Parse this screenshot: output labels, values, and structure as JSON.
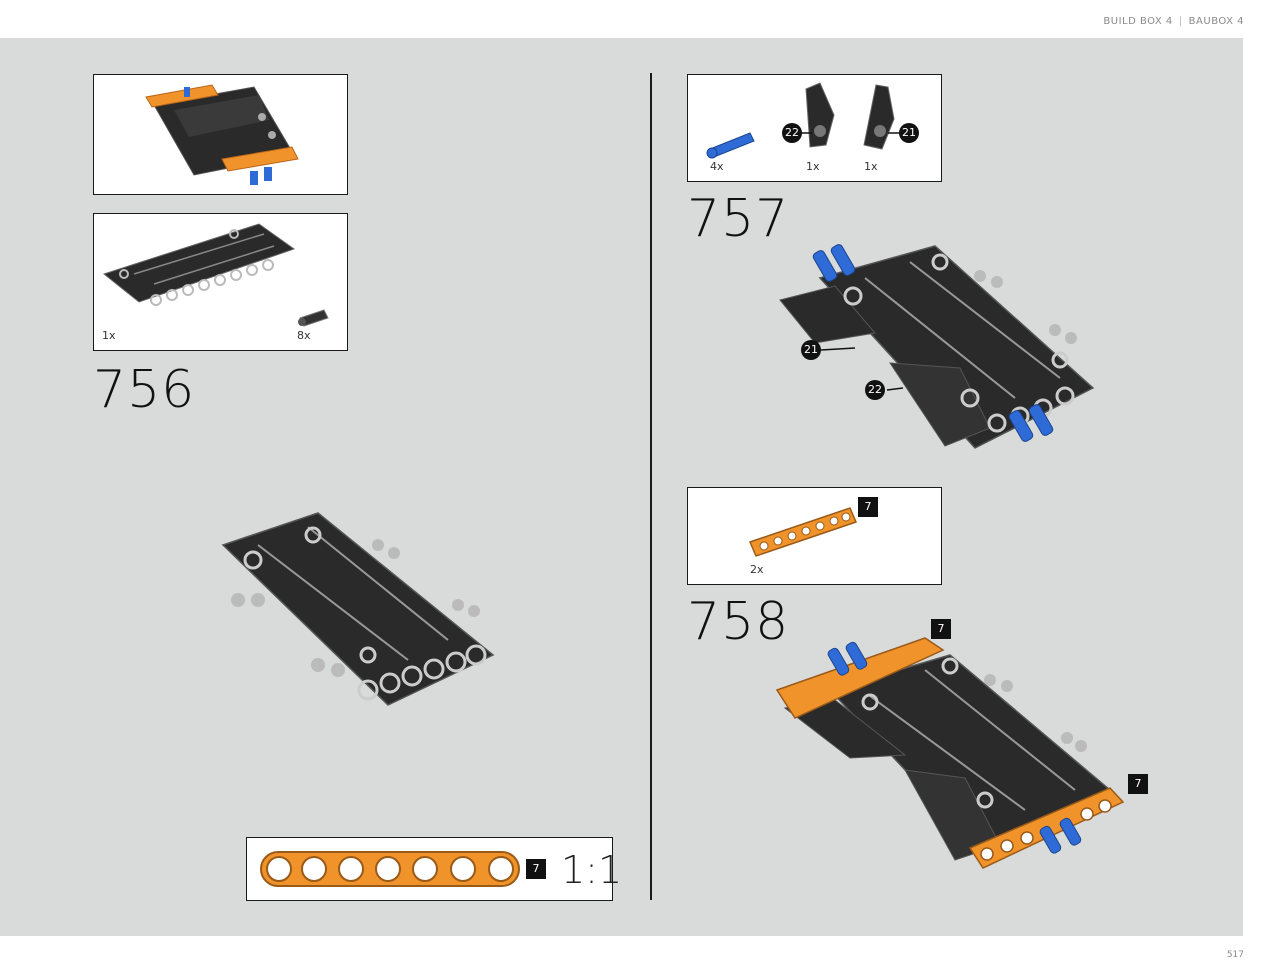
{
  "header": {
    "left": "BUILD BOX 4",
    "right": "BAUBOX 4"
  },
  "page_number": "517",
  "steps": {
    "s756": {
      "number": "756",
      "parts": [
        {
          "qty": "1x"
        },
        {
          "qty": "8x"
        }
      ]
    },
    "s757": {
      "number": "757",
      "parts": [
        {
          "qty": "4x"
        },
        {
          "qty": "1x",
          "callout": "22"
        },
        {
          "qty": "1x",
          "callout": "21"
        }
      ],
      "callouts": [
        "21",
        "22"
      ]
    },
    "s758": {
      "number": "758",
      "parts": [
        {
          "qty": "2x",
          "tag": "7"
        }
      ],
      "tags": [
        "7",
        "7"
      ]
    }
  },
  "scale_box": {
    "tag": "7",
    "ratio": "1:1"
  },
  "colors": {
    "panel": "#d9dada",
    "orange": "#f0932b",
    "black_part": "#2a2a2a",
    "blue_pin": "#2f6bd6"
  }
}
